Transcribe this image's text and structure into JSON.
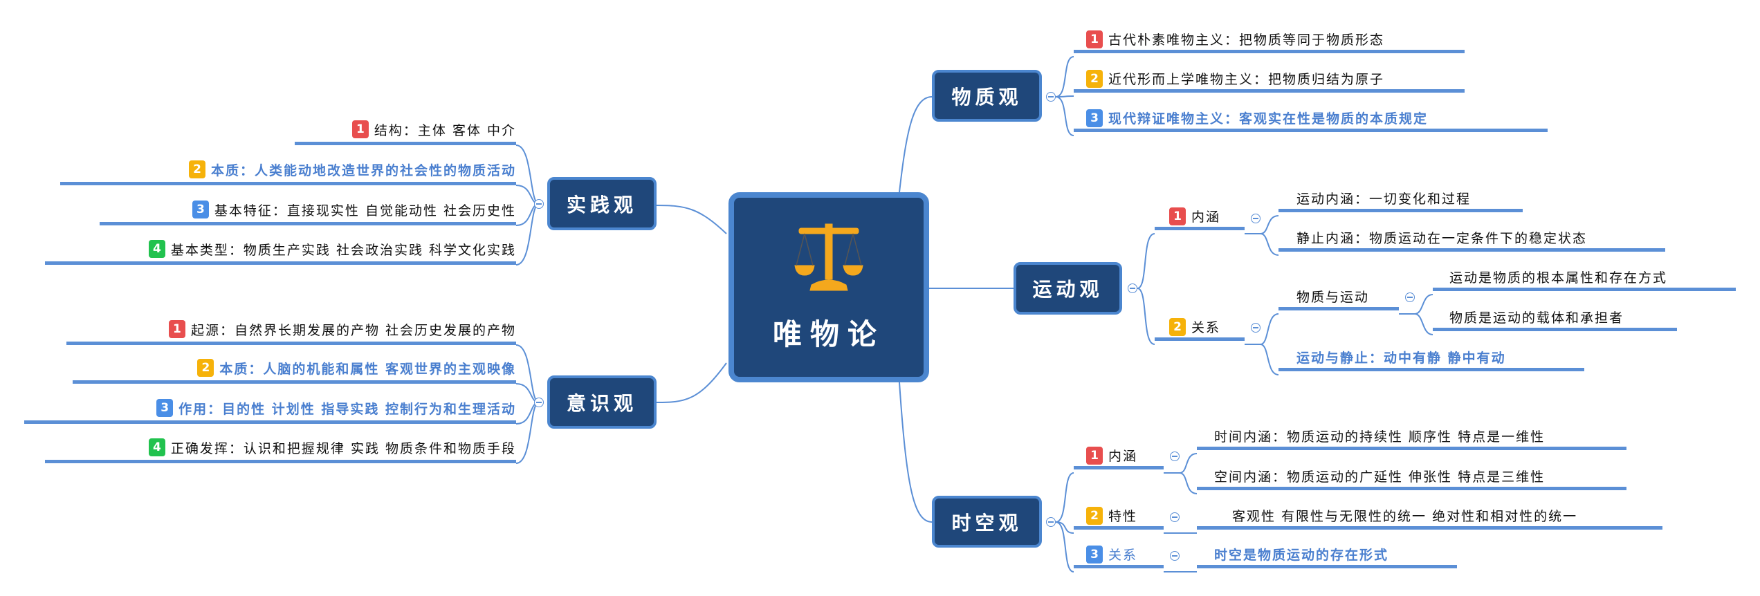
{
  "center": {
    "title": "唯物论",
    "icon": "scales-icon"
  },
  "colors": {
    "node": "#1f477a",
    "border": "#4b86cf",
    "line": "#5b8fd6",
    "accent_text": "#4a7fcf"
  },
  "practice": {
    "title": "实践观",
    "items": [
      {
        "badge": "1",
        "text": "结构：主体 客体 中介"
      },
      {
        "badge": "2",
        "text": "本质：人类能动地改造世界的社会性的物质活动"
      },
      {
        "badge": "3",
        "text": "基本特征：直接现实性 自觉能动性 社会历史性"
      },
      {
        "badge": "4",
        "text": "基本类型：物质生产实践 社会政治实践 科学文化实践"
      }
    ]
  },
  "consciousness": {
    "title": "意识观",
    "items": [
      {
        "badge": "1",
        "text": "起源：自然界长期发展的产物 社会历史发展的产物"
      },
      {
        "badge": "2",
        "text": "本质：人脑的机能和属性 客观世界的主观映像"
      },
      {
        "badge": "3",
        "text": "作用：目的性 计划性 指导实践 控制行为和生理活动"
      },
      {
        "badge": "4",
        "text": "正确发挥：认识和把握规律 实践 物质条件和物质手段"
      }
    ]
  },
  "matter": {
    "title": "物质观",
    "items": [
      {
        "badge": "1",
        "text": "古代朴素唯物主义：把物质等同于物质形态"
      },
      {
        "badge": "2",
        "text": "近代形而上学唯物主义：把物质归结为原子"
      },
      {
        "badge": "3",
        "text": "现代辩证唯物主义：客观实在性是物质的本质规定"
      }
    ]
  },
  "motion": {
    "title": "运动观",
    "connotation": {
      "badge": "1",
      "label": "内涵",
      "children": [
        "运动内涵：一切变化和过程",
        "静止内涵：物质运动在一定条件下的稳定状态"
      ]
    },
    "relation": {
      "badge": "2",
      "label": "关系",
      "matter_motion": {
        "label": "物质与运动",
        "children": [
          "运动是物质的根本属性和存在方式",
          "物质是运动的载体和承担者"
        ]
      },
      "motion_rest": "运动与静止：动中有静 静中有动"
    }
  },
  "spacetime": {
    "title": "时空观",
    "connotation": {
      "badge": "1",
      "label": "内涵",
      "children": [
        "时间内涵：物质运动的持续性 顺序性 特点是一维性",
        "空间内涵：物质运动的广延性 伸张性 特点是三维性"
      ]
    },
    "property": {
      "badge": "2",
      "label": "特性",
      "child": "客观性 有限性与无限性的统一 绝对性和相对性的统一"
    },
    "relation": {
      "badge": "3",
      "label": "关系",
      "child": "时空是物质运动的存在形式"
    }
  }
}
